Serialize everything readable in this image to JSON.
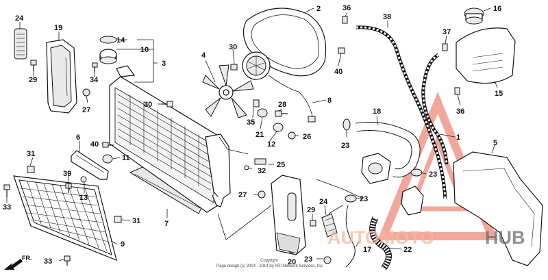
{
  "labels": {
    "n1": "1",
    "n2": "2",
    "n3": "3",
    "n4": "4",
    "n5": "5",
    "n6": "6",
    "n7": "7",
    "n8": "8",
    "n9": "9",
    "n10": "10",
    "n11": "11",
    "n12": "12",
    "n13": "13",
    "n14": "14",
    "n15": "15",
    "n16": "16",
    "n17": "17",
    "n18": "18",
    "n19": "19",
    "n20": "20",
    "n21": "21",
    "n22": "22",
    "n23a": "23",
    "n23b": "23",
    "n23c": "23",
    "n23d": "23",
    "n24a": "24",
    "n24b": "24",
    "n25": "25",
    "n26": "26",
    "n27a": "27",
    "n27b": "27",
    "n28": "28",
    "n29a": "29",
    "n29b": "29",
    "n30a": "30",
    "n30b": "30",
    "n31a": "31",
    "n31b": "31",
    "n32": "32",
    "n33a": "33",
    "n33b": "33",
    "n34": "34",
    "n35": "35",
    "n36a": "36",
    "n36b": "36",
    "n37": "37",
    "n38": "38",
    "n39": "39",
    "n40a": "40",
    "n40b": "40"
  },
  "direction_label": "FR.",
  "copyright_line1": "Copyright",
  "copyright_line2": "Page design (c) 2004 - 2014 by ARI Network Services, Inc.",
  "watermark": {
    "part1": "AUTOMOTO",
    "part2": "HUB",
    "accent": "#e8604c",
    "dark": "#555555"
  }
}
